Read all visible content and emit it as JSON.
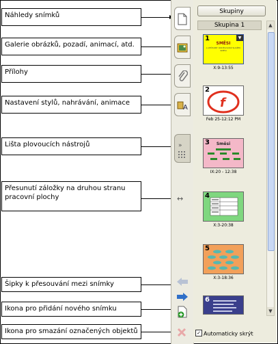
{
  "callouts": {
    "slide_previews": "Náhledy snímků",
    "gallery": "Galerie obrázků, pozadí, animací, atd.",
    "attachments": "Přílohy",
    "settings": "Nastavení stylů, nahrávání, animace",
    "floating_tools": "Lišta plovoucích nástrojů",
    "move_tab": "Přesunutí záložky na druhou stranu pracovní plochy",
    "nav_arrows": "Šipky k přesouvání mezi snímky",
    "add_slide": "Ikona pro přidání nového snímku",
    "delete_objects": "Ikona pro smazání označených objektů"
  },
  "panel": {
    "groups_button": "Skupiny",
    "group_header": "Skupina 1",
    "auto_hide_label": "Automaticky skrýt",
    "auto_hide_checked": true
  },
  "slides": [
    {
      "num": "1",
      "label": "X:9-13:55",
      "title": "SMĚSI",
      "subtitle": "A ZPŮSOBY ODDĚLOVÁNÍ SLOŽEK SMĚSI",
      "bg": "#ffff00"
    },
    {
      "num": "2",
      "label": "Feb 25-12:12 PM",
      "bg": "#ffffff"
    },
    {
      "num": "3",
      "label": "IX:20 - 12:38",
      "title": "Směsi",
      "bg": "#f4b8c8"
    },
    {
      "num": "4",
      "label": "X:3-20:38",
      "bg": "#7fd77f"
    },
    {
      "num": "5",
      "label": "X:3-18:36",
      "bg": "#f2a05a"
    },
    {
      "num": "6",
      "label": "",
      "bg": "#3a3f8c"
    }
  ],
  "colors": {
    "accent": "#4a7cc8",
    "panel": "#edecde"
  }
}
